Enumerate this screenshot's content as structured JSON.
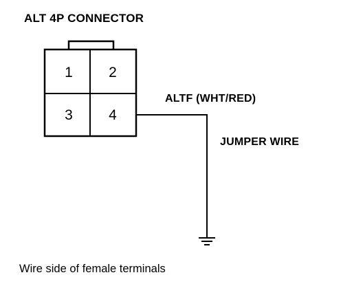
{
  "title": "ALT 4P CONNECTOR",
  "connector": {
    "pins": [
      "1",
      "2",
      "3",
      "4"
    ]
  },
  "wire_label": "ALTF (WHT/RED)",
  "jumper_label": "JUMPER WIRE",
  "caption": "Wire side of female terminals"
}
